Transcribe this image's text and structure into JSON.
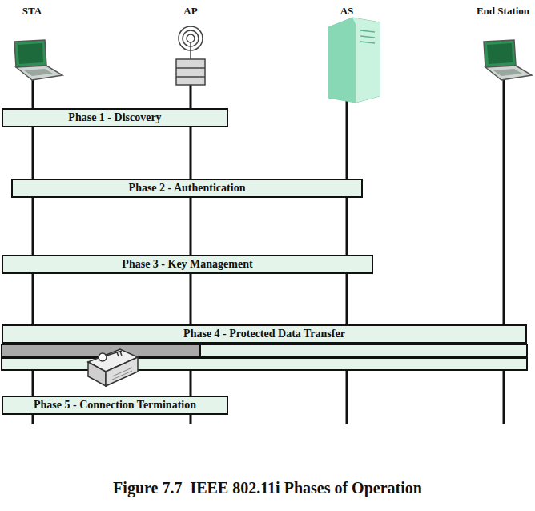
{
  "diagram": {
    "caption": "Figure 7.7  IEEE 802.11i Phases of Operation",
    "nodes": [
      {
        "text": [
          "Phase 1 - Discovery"
        ]
      },
      {
        "text": [
          "Phase 2 - Authentication"
        ]
      },
      {
        "text": [
          "Phase 3 - Key Management"
        ]
      },
      {
        "text": [
          "Phase 4 - Protected Data Transfer"
        ]
      },
      {
        "text": [
          "Phase 5 - Connection Termination"
        ]
      }
    ],
    "labels": [
      "STA",
      "AP",
      "AS",
      "End Station"
    ]
  }
}
